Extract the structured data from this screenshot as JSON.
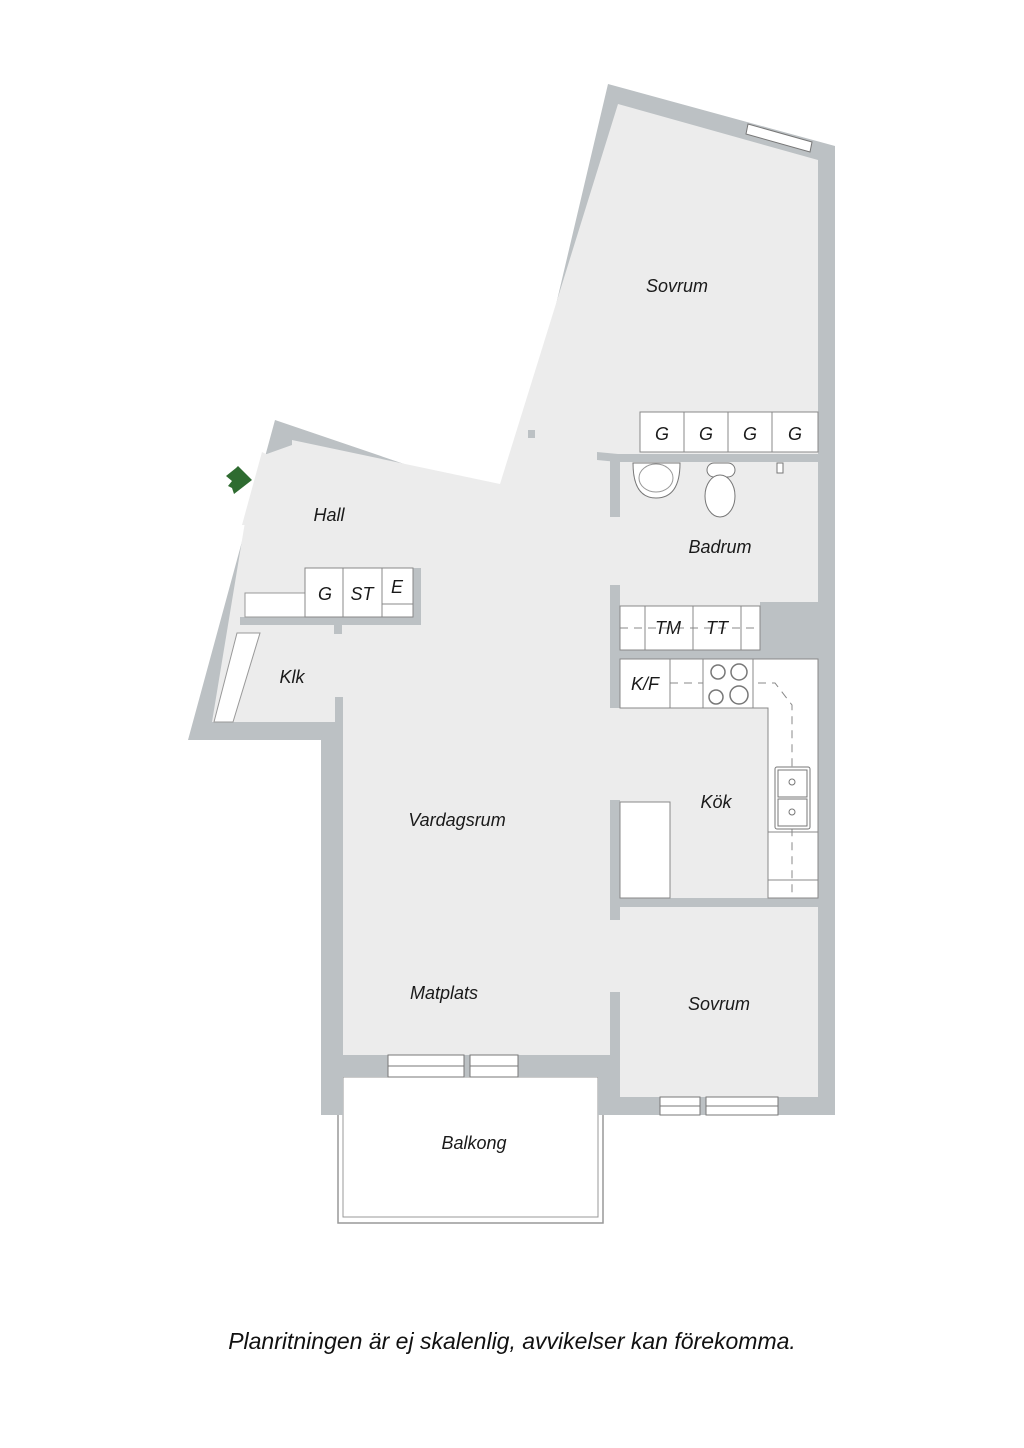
{
  "rooms": {
    "sovrum_top": "Sovrum",
    "hall": "Hall",
    "badrum": "Badrum",
    "klk": "Klk",
    "vardagsrum": "Vardagsrum",
    "kok": "Kök",
    "matplats": "Matplats",
    "sovrum_bottom": "Sovrum",
    "balkong": "Balkong"
  },
  "fixtures": {
    "wardrobes_bedroom": [
      "G",
      "G",
      "G",
      "G"
    ],
    "hall_closets": [
      "G",
      "ST",
      "E"
    ],
    "laundry": [
      "TM",
      "TT"
    ],
    "fridge": "K/F"
  },
  "footer": "Planritningen är ej skalenlig, avvikelser kan förekomma.",
  "colors": {
    "wall": "#bcc1c4",
    "floor": "#ececec",
    "entrance_arrow": "#2e6b30"
  }
}
